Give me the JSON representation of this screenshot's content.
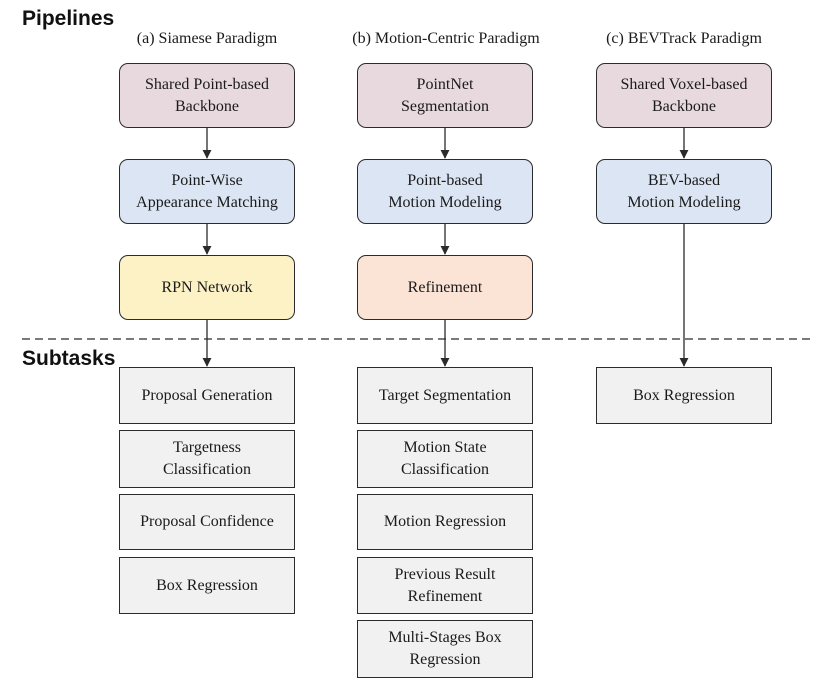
{
  "sections": {
    "pipelines": "Pipelines",
    "subtasks": "Subtasks"
  },
  "columns": [
    {
      "title": "(a) Siamese Paradigm",
      "pipeline": [
        {
          "label": "Shared Point-based\nBackbone",
          "color": "#e8d9df"
        },
        {
          "label": "Point-Wise\nAppearance Matching",
          "color": "#dbe5f3"
        },
        {
          "label": "RPN Network",
          "color": "#fdf1c6"
        }
      ],
      "subtasks": [
        "Proposal Generation",
        "Targetness\nClassification",
        "Proposal Confidence",
        "Box Regression"
      ]
    },
    {
      "title": "(b) Motion-Centric Paradigm",
      "pipeline": [
        {
          "label": "PointNet\nSegmentation",
          "color": "#e8d9df"
        },
        {
          "label": "Point-based\nMotion Modeling",
          "color": "#dbe5f3"
        },
        {
          "label": "Refinement",
          "color": "#fbe3d6"
        }
      ],
      "subtasks": [
        "Target Segmentation",
        "Motion State\nClassification",
        "Motion Regression",
        "Previous Result\nRefinement",
        "Multi-Stages Box\nRegression"
      ]
    },
    {
      "title": "(c) BEVTrack Paradigm",
      "pipeline": [
        {
          "label": "Shared Voxel-based\nBackbone",
          "color": "#e8d9df"
        },
        {
          "label": "BEV-based\nMotion Modeling",
          "color": "#dbe5f3"
        }
      ],
      "subtasks": [
        "Box Regression"
      ]
    }
  ],
  "style": {
    "stroke": "#2b2b2b",
    "subtask_fill": "#f1f1f1"
  }
}
